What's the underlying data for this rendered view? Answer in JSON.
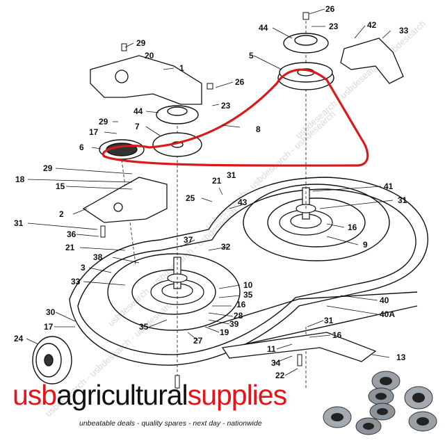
{
  "brand": {
    "part1": "usb",
    "part2": "agricultural",
    "part3": "supplies",
    "tagline": "unbeatable deals - quality spares - next day - nationwide",
    "colors": {
      "red": "#e3151a",
      "black": "#111111"
    }
  },
  "watermark": "usbdesearch - usbdesearch - usbdesearch",
  "belt_color": "#d91a1a",
  "part_labels": {
    "p1": "1",
    "p2": "2",
    "p3": "3",
    "p5": "5",
    "p6": "6",
    "p7": "7",
    "p8": "8",
    "p9": "9",
    "p10": "10",
    "p11": "11",
    "p13": "13",
    "p15": "15",
    "p16a": "16",
    "p16b": "16",
    "p16c": "16",
    "p17a": "17",
    "p17b": "17",
    "p18": "18",
    "p19": "19",
    "p20": "20",
    "p21a": "21",
    "p21b": "21",
    "p22": "22",
    "p23a": "23",
    "p23b": "23",
    "p24": "24",
    "p25": "25",
    "p26a": "26",
    "p26b": "26",
    "p27": "27",
    "p28": "28",
    "p29a": "29",
    "p29b": "29",
    "p29c": "29",
    "p30": "30",
    "p31a": "31",
    "p31b": "31",
    "p31c": "31",
    "p31d": "31",
    "p32": "32",
    "p33a": "33",
    "p33b": "33",
    "p34": "34",
    "p35a": "35",
    "p35b": "35",
    "p36": "36",
    "p37": "37",
    "p38": "38",
    "p39": "39",
    "p40": "40",
    "p40a": "40A",
    "p41": "41",
    "p42": "42",
    "p43": "43",
    "p44a": "44",
    "p44b": "44"
  }
}
